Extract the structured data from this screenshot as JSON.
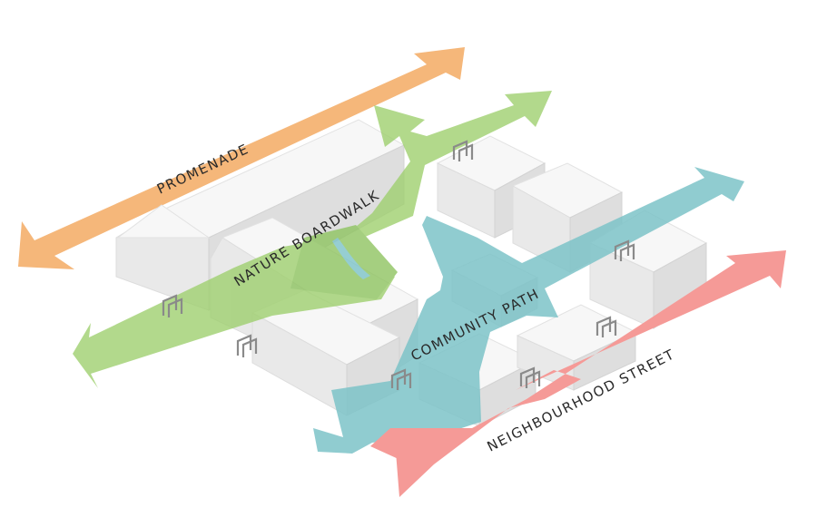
{
  "routes": {
    "promenade": {
      "label": "PROMENADE",
      "color": "#f5b77a"
    },
    "nature_boardwalk": {
      "label": "NATURE BOARDWALK",
      "color": "#9fd06f"
    },
    "community_path": {
      "label": "COMMUNITY PATH",
      "color": "#7cc3c8"
    },
    "neighbourhood_street": {
      "label": "NEIGHBOURHOOD STREET",
      "color": "#f59a97"
    }
  },
  "colors": {
    "building": "#f2f2f2",
    "building_shade": "#e3e3e3",
    "gateway_icon": "#8a8a8a",
    "water": "#7cc3c8"
  },
  "icons": [
    "gateway-icon"
  ]
}
